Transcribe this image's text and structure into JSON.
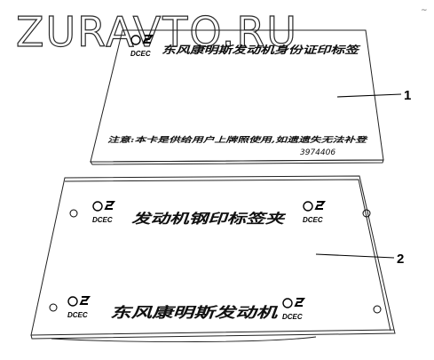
{
  "watermark": "ZURAVTO.RU",
  "corner_mark": "~",
  "logo_text": "DCEC",
  "label1": {
    "title": "东风康明斯发动机身份证印标签",
    "notice": "注意:本卡是供给用户上牌照使用,如遗遗失无法补登",
    "code": "3974406",
    "callout": "1"
  },
  "label2": {
    "title": "发动机钢印标签夹",
    "bottom": "东风康明斯发动机",
    "callout": "2"
  }
}
